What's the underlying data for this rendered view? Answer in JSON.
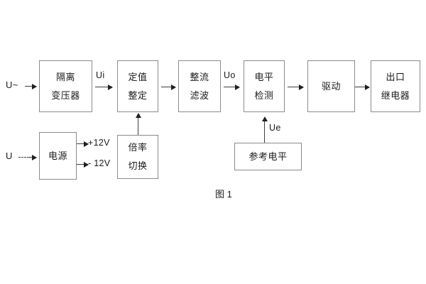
{
  "figure": {
    "caption": "图 1",
    "blocks": [
      {
        "id": "isolation-transformer",
        "lines": [
          "隔离",
          "变压器"
        ]
      },
      {
        "id": "setting-value",
        "lines": [
          "定值",
          "整定"
        ]
      },
      {
        "id": "rectify-filter",
        "lines": [
          "整流",
          "滤波"
        ]
      },
      {
        "id": "level-detection",
        "lines": [
          "电平",
          "检测"
        ]
      },
      {
        "id": "drive",
        "lines": [
          "驱动"
        ]
      },
      {
        "id": "output-relay",
        "lines": [
          "出口",
          "继电器"
        ]
      },
      {
        "id": "power-supply",
        "lines": [
          "电源"
        ]
      },
      {
        "id": "multiplier-switch",
        "lines": [
          "倍率",
          "切换"
        ]
      },
      {
        "id": "reference-level",
        "lines": [
          "参考电平"
        ]
      }
    ],
    "labels": {
      "input_ac": "U~",
      "input_dc": "U",
      "signal_ui": "Ui",
      "signal_uo": "Uo",
      "signal_ue": "Ue",
      "supply_positive": "+12V",
      "supply_negative": "- 12V"
    },
    "colors": {
      "background": "#ffffff",
      "box_border": "#8a8a8a",
      "text": "#1a1a1a",
      "arrow": "#3d3d3d"
    }
  }
}
